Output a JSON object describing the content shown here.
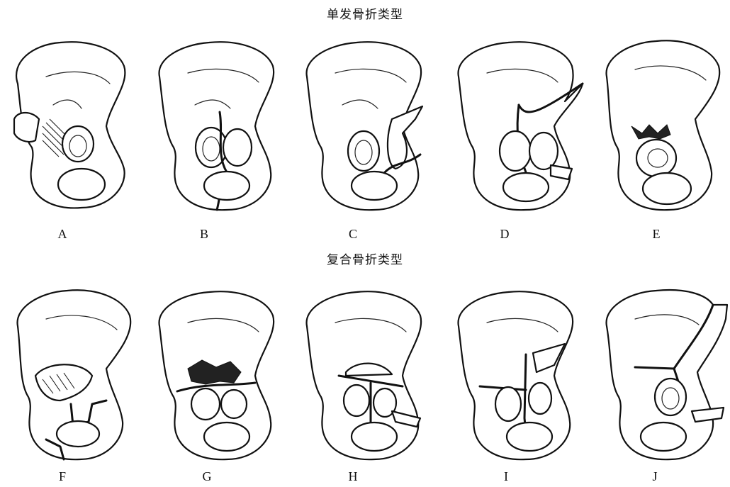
{
  "top_title": "单发骨折类型",
  "bottom_title": "复合骨折类型",
  "figures_top": [
    {
      "label": "A"
    },
    {
      "label": "B"
    },
    {
      "label": "C"
    },
    {
      "label": "D"
    },
    {
      "label": "E"
    }
  ],
  "figures_bottom": [
    {
      "label": "F"
    },
    {
      "label": "G"
    },
    {
      "label": "H"
    },
    {
      "label": "I"
    },
    {
      "label": "J"
    }
  ]
}
